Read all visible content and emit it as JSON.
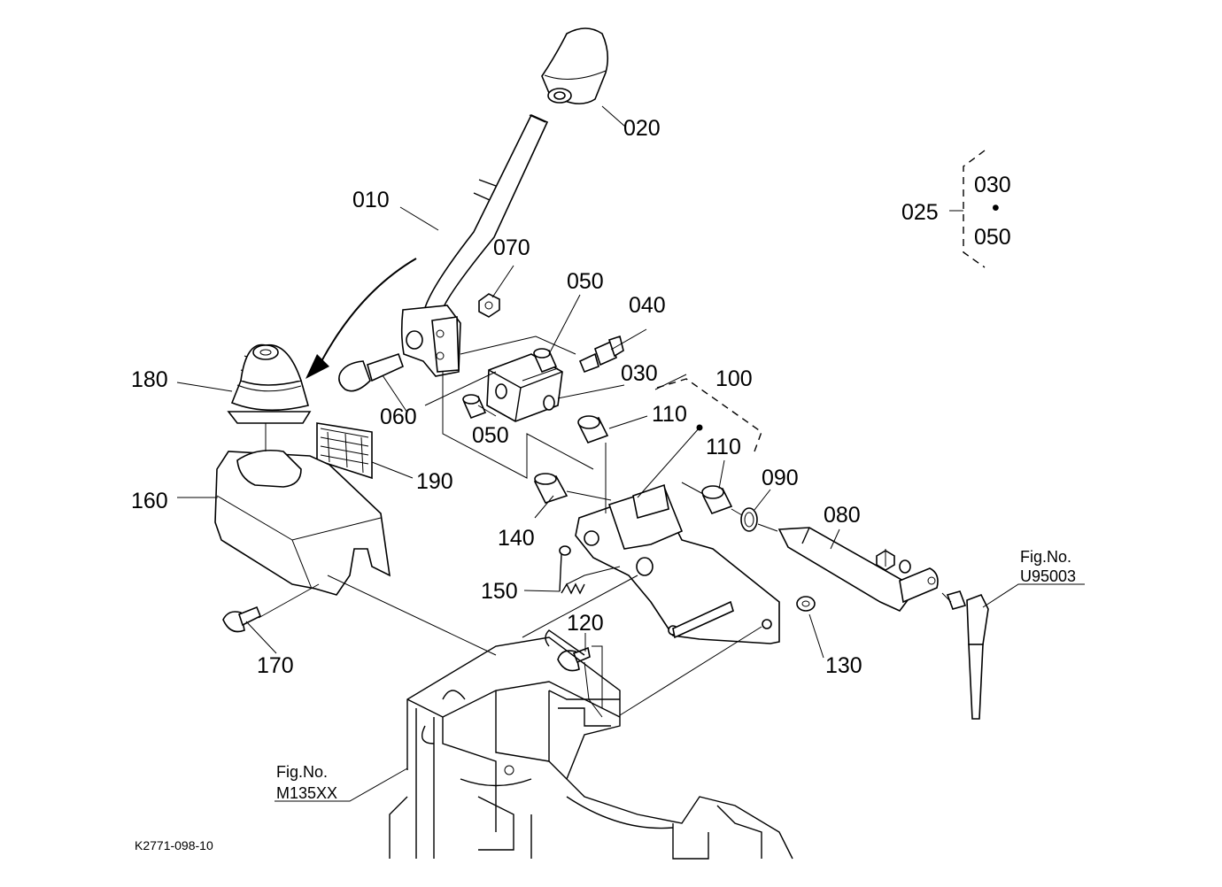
{
  "labels": {
    "p010": "010",
    "p020": "020",
    "p025": "025",
    "p030a": "030",
    "p030b": "030",
    "p040": "040",
    "p050a": "050",
    "p050b": "050",
    "p050c": "050",
    "p060": "060",
    "p070": "070",
    "p080": "080",
    "p090": "090",
    "p100": "100",
    "p110a": "110",
    "p110b": "110",
    "p120": "120",
    "p130": "130",
    "p140": "140",
    "p150": "150",
    "p160": "160",
    "p170": "170",
    "p180": "180",
    "p190": "190",
    "bullet": "•"
  },
  "refs": {
    "ref1_line1": "Fig.No.",
    "ref1_line2": "U95003",
    "ref2_line1": "Fig.No.",
    "ref2_line2": "M135XX"
  },
  "drawing_code": "K2771-098-10"
}
